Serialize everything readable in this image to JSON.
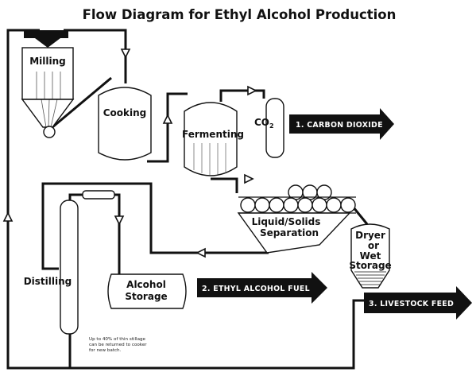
{
  "title": "Flow Diagram for Ethyl Alcohol Production",
  "units": {
    "milling": "Milling",
    "cooking": "Cooking",
    "fermenting": "Fermenting",
    "co2_prefix": "CO",
    "co2_sub": "2",
    "liquid_solids_line1": "Liquid/Solids",
    "liquid_solids_line2": "Separation",
    "dryer_line1": "Dryer",
    "dryer_line2": "or",
    "dryer_line3": "Wet",
    "dryer_line4": "Storage",
    "distilling": "Distilling",
    "alcohol_line1": "Alcohol",
    "alcohol_line2": "Storage"
  },
  "outputs": {
    "carbon_dioxide": "1. CARBON DIOXIDE",
    "ethyl_alcohol_fuel": "2. ETHYL ALCOHOL FUEL",
    "livestock_feed": "3. LIVESTOCK FEED"
  },
  "note": {
    "line1": "Up to 40% of thin stillage",
    "line2": "can be returned to cooker",
    "line3": "for new batch."
  },
  "colors": {
    "ink": "#111111",
    "background": "#ffffff",
    "arrow_text": "#ffffff"
  }
}
